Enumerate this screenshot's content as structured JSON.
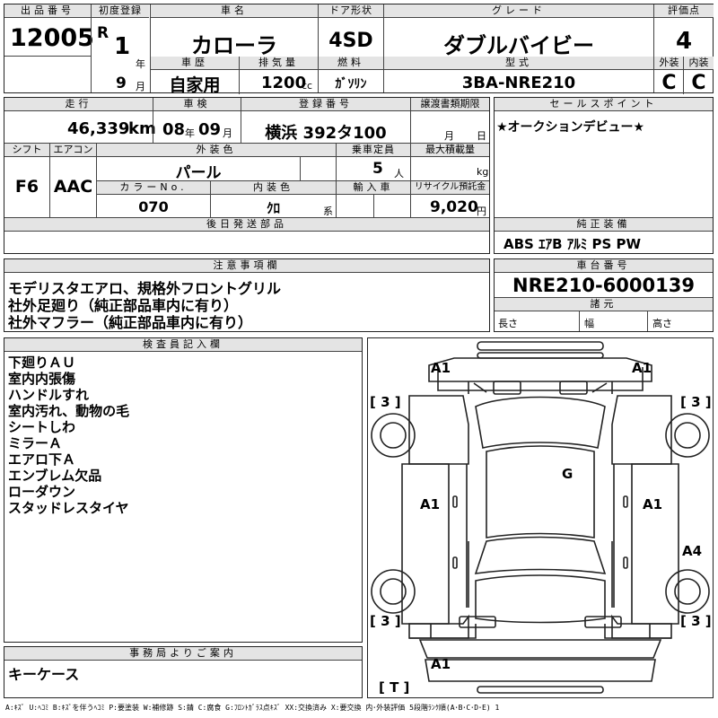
{
  "header": {
    "lot_no_label": "出品番号",
    "lot_no": "12005",
    "first_reg_label": "初度登録",
    "era_letter": "R",
    "year_value": "1",
    "year_unit": "年",
    "month_value": "9",
    "month_unit": "月",
    "name_label": "車名",
    "name": "カローラ",
    "door_label": "ドア形状",
    "door": "4SD",
    "grade_label": "グレード",
    "grade": "ダブルバイビー",
    "score_label": "評価点",
    "score": "4",
    "history_label": "車歴",
    "history": "自家用",
    "displacement_label": "排気量",
    "displacement": "1200",
    "displacement_unit": "cc",
    "fuel_label": "燃料",
    "fuel": "ｶﾞｿﾘﾝ",
    "model_label": "型式",
    "model": "3BA-NRE210",
    "exterior_label": "外装",
    "exterior": "C",
    "interior_label": "内装",
    "interior": "C"
  },
  "row2": {
    "mileage_label": "走行",
    "mileage": "46,339",
    "mileage_unit": "km",
    "inspection_label": "車検",
    "inspection_year": "08",
    "inspection_year_unit": "年",
    "inspection_month": "09",
    "inspection_month_unit": "月",
    "reg_no_label": "登録番号",
    "reg_no": "横浜 392タ100",
    "transfer_label": "譲渡書類期限",
    "transfer_month_unit": "月",
    "transfer_day_unit": "日",
    "shift_label": "シフト",
    "shift": "F6",
    "ac_label": "エアコン",
    "ac": "AAC",
    "color_label": "外装色",
    "color": "パール",
    "capacity_label": "乗車定員",
    "capacity": "5",
    "capacity_unit": "人",
    "max_load_label": "最大積載量",
    "max_load_unit": "kg",
    "color_no_label": "カラーNo.",
    "color_no": "070",
    "interior_color_label": "内装色",
    "interior_color": "ｸﾛ",
    "interior_color_unit": "系",
    "import_label": "輸入車",
    "recycle_label": "リサイクル預託金",
    "recycle": "9,020",
    "recycle_unit": "円",
    "later_parts_label": "後日発送部品"
  },
  "sales_point": {
    "label": "セールスポイント",
    "text": "★オークションデビュー★"
  },
  "equipment": {
    "label": "純正装備",
    "text": "ABS ｴｱB ｱﾙﾐ PS PW"
  },
  "notes": {
    "label": "注意事項欄",
    "lines": [
      "モデリスタエアロ、規格外フロントグリル",
      "社外足廻り（純正部品車内に有り）",
      "社外マフラー（純正部品車内に有り）"
    ]
  },
  "chassis": {
    "label": "車台番号",
    "value": "NRE210-6000139",
    "dims_label": "諸元",
    "length_label": "長さ",
    "width_label": "幅",
    "height_label": "高さ"
  },
  "inspector": {
    "label": "検査員記入欄",
    "lines": [
      "下廻りＡＵ",
      "室内内張傷",
      "ハンドルすれ",
      "室内汚れ、動物の毛",
      "シートしわ",
      "ミラーＡ",
      "エアロ下Ａ",
      "エンブレム欠品",
      "ローダウン",
      "スタッドレスタイヤ"
    ]
  },
  "office": {
    "label": "事務局よりご案内",
    "text": "キーケース"
  },
  "diagram": {
    "marks": {
      "front_left": "A1",
      "front_right": "A1",
      "tire_fl": "[ 3 ]",
      "tire_fr": "[ 3 ]",
      "roof": "G",
      "door_left": "A1",
      "door_right": "A1",
      "rear_right": "A4",
      "tire_rl": "[ 3 ]",
      "tire_rr": "[ 3 ]",
      "rear_bumper": "A1",
      "trunk": "[ T ]"
    }
  },
  "legend": "A:ｷｽﾞ U:ﾍｺﾐ B:ｷｽﾞを伴うﾍｺﾐ P:要塗装 W:補修跡 S:錆 C:腐食 G:ﾌﾛﾝﾄｶﾞﾗｽ点ｷｽﾞ XX:交換済み X:要交換 内･外装評価 5段階ﾗﾝｸ順(A･B･C･D･E) 1"
}
